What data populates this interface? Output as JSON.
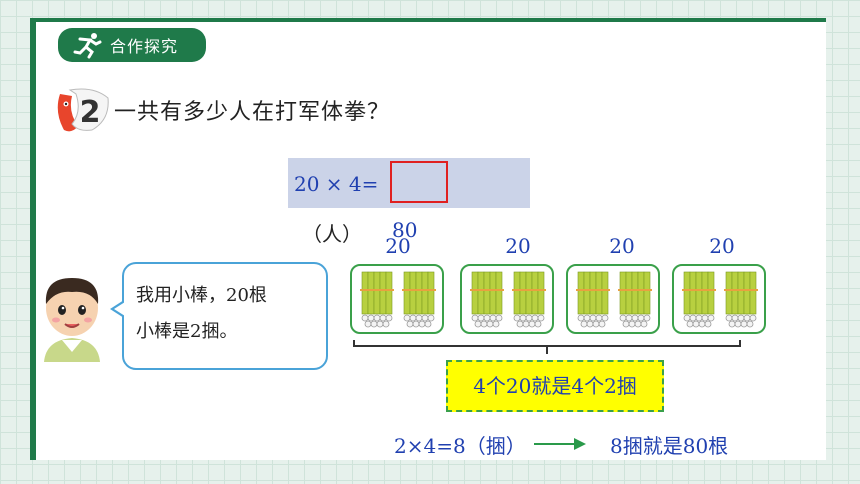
{
  "header": {
    "badge_label": "合作探究",
    "badge_icon": "runner-icon"
  },
  "question": {
    "number": "2",
    "text": "一共有多少人在打军体拳？"
  },
  "equation": {
    "expression": "20 × 4=",
    "unit": "（人）",
    "answer": "80"
  },
  "speech": {
    "line1": "我用小棒，20根",
    "line2": "小棒是2捆。"
  },
  "bundles": {
    "labels": [
      "20",
      "20",
      "20",
      "20"
    ]
  },
  "result": {
    "text": "4个20就是4个2捆"
  },
  "calc": {
    "expression": "2×4=8（捆）",
    "conclusion": "8捆就是80根"
  },
  "colors": {
    "theme_green": "#1f7a4a",
    "text_blue": "#2040b0",
    "highlight_yellow": "#ffff00",
    "box_red": "#e02020"
  }
}
